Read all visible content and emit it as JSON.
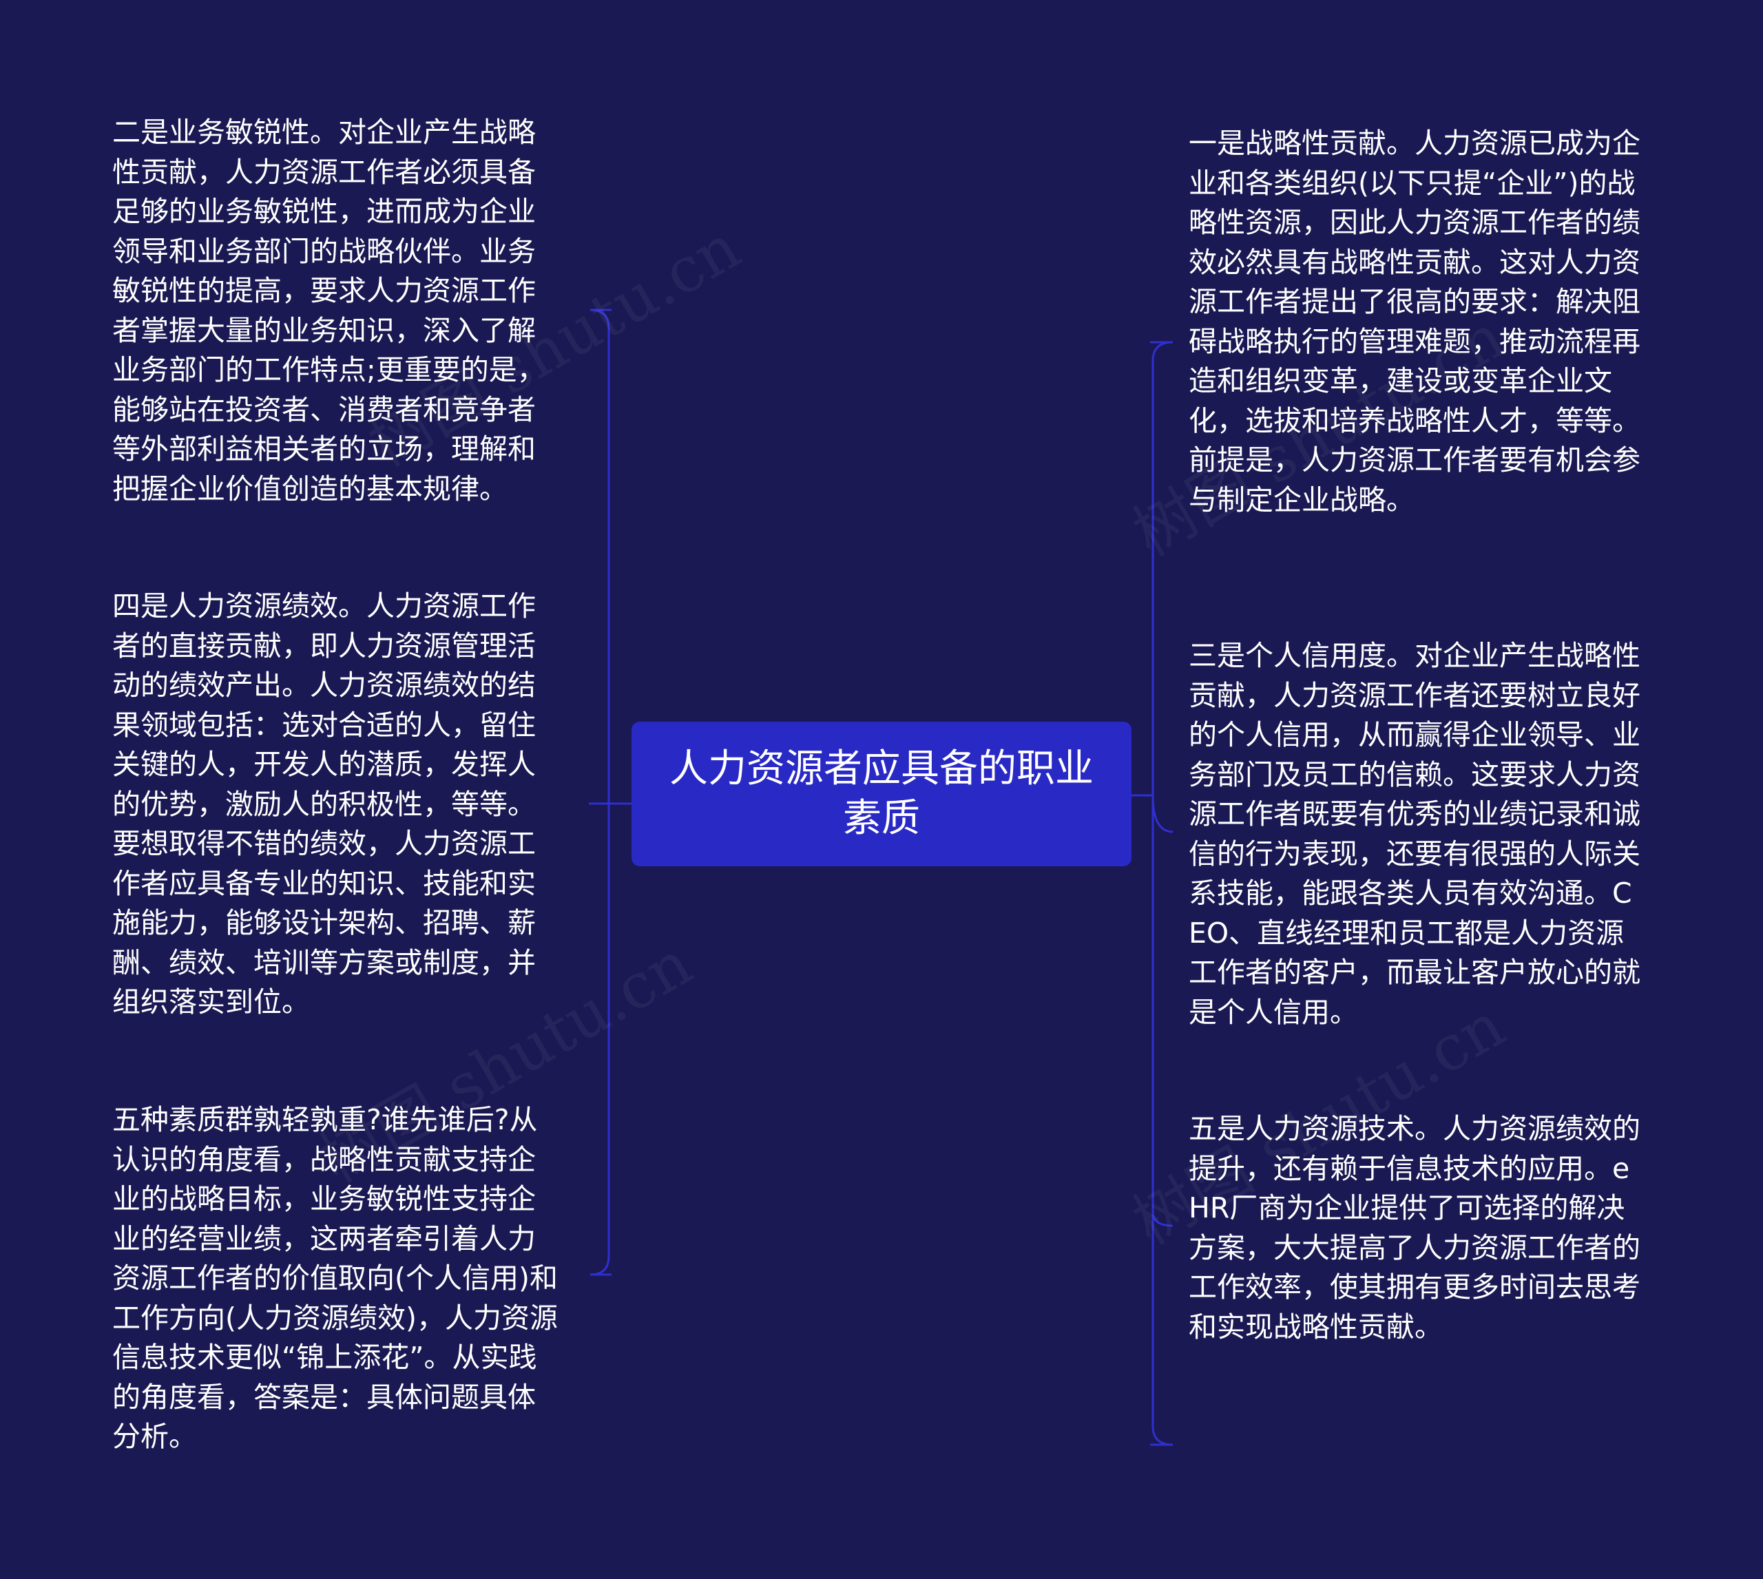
{
  "center": {
    "title": "人力资源者应具备的职业素质"
  },
  "left_nodes": [
    {
      "text": "二是业务敏锐性。对企业产生战略性贡献，人力资源工作者必须具备足够的业务敏锐性，进而成为企业领导和业务部门的战略伙伴。业务敏锐性的提高，要求人力资源工作者掌握大量的业务知识，深入了解业务部门的工作特点;更重要的是，能够站在投资者、消费者和竞争者等外部利益相关者的立场，理解和把握企业价值创造的基本规律。"
    },
    {
      "text": "四是人力资源绩效。人力资源工作者的直接贡献，即人力资源管理活动的绩效产出。人力资源绩效的结果领域包括：选对合适的人，留住关键的人，开发人的潜质，发挥人的优势，激励人的积极性，等等。要想取得不错的绩效，人力资源工作者应具备专业的知识、技能和实施能力，能够设计架构、招聘、薪酬、绩效、培训等方案或制度，并组织落实到位。"
    },
    {
      "text": "五种素质群孰轻孰重?谁先谁后?从认识的角度看，战略性贡献支持企业的战略目标，业务敏锐性支持企业的经营业绩，这两者牵引着人力资源工作者的价值取向(个人信用)和工作方向(人力资源绩效)，人力资源信息技术更似“锦上添花”。从实践的角度看，答案是：具体问题具体分析。"
    }
  ],
  "right_nodes": [
    {
      "text": "一是战略性贡献。人力资源已成为企业和各类组织(以下只提“企业”)的战略性资源，因此人力资源工作者的绩效必然具有战略性贡献。这对人力资源工作者提出了很高的要求：解决阻碍战略执行的管理难题，推动流程再造和组织变革，建设或变革企业文化，选拔和培养战略性人才，等等。前提是，人力资源工作者要有机会参与制定企业战略。"
    },
    {
      "text": "三是个人信用度。对企业产生战略性贡献，人力资源工作者还要树立良好的个人信用，从而赢得企业领导、业务部门及员工的信赖。这要求人力资源工作者既要有优秀的业绩记录和诚信的行为表现，还要有很强的人际关系技能，能跟各类人员有效沟通。CEO、直线经理和员工都是人力资源工作者的客户，而最让客户放心的就是个人信用。"
    },
    {
      "text": "五是人力资源技术。人力资源绩效的提升，还有赖于信息技术的应用。eHR厂商为企业提供了可选择的解决方案，大大提高了人力资源工作者的工作效率，使其拥有更多时间去思考和实现战略性贡献。"
    }
  ],
  "watermarks": [
    "树图 shutu.cn",
    "树图 shutu.cn",
    "树图 shutu.cn",
    "树图 shutu.cn"
  ],
  "colors": {
    "background": "#1a1953",
    "center_fill": "#2929c6",
    "connector": "#2f2fd0",
    "text": "#ffffff"
  }
}
